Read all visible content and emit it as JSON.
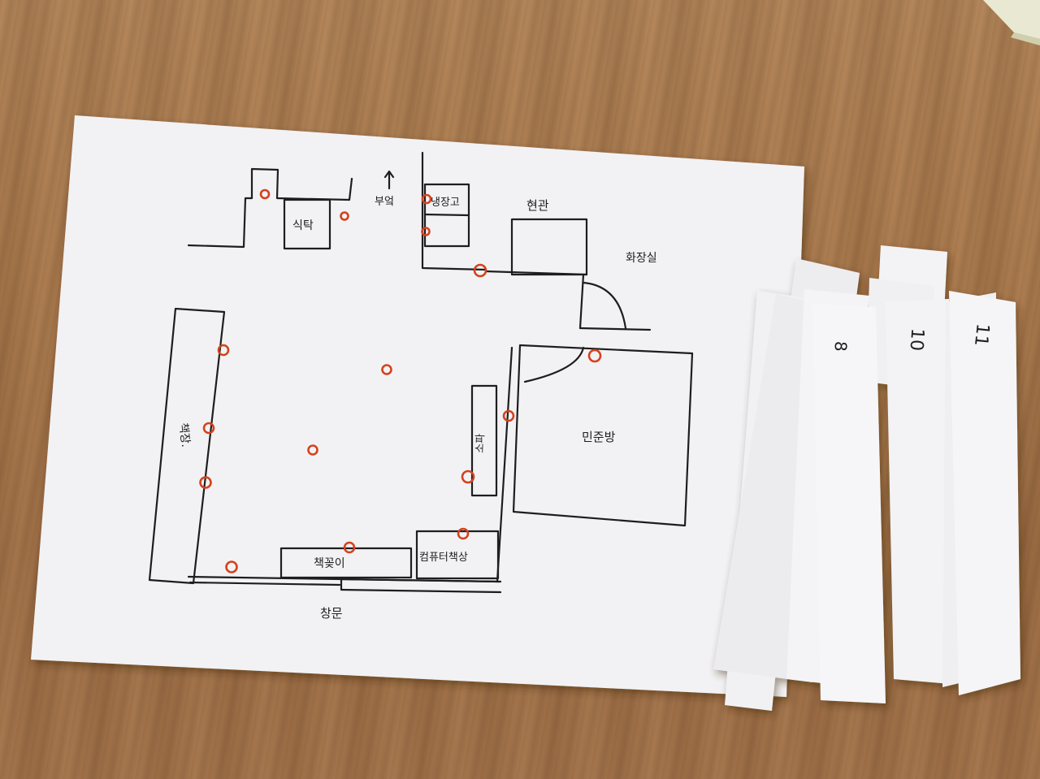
{
  "floorplan": {
    "labels": {
      "dining_table": "식탁",
      "kitchen": "부엌",
      "fridge": "냉장고",
      "entrance": "현관",
      "bathroom": "화장실",
      "bookshelf": "책장.",
      "sofa": "소파",
      "room": "민준방",
      "book_stand": "책꽂이",
      "computer_desk": "컴퓨터책상",
      "window": "창문"
    },
    "marker_color": "#d4421e",
    "line_color": "#1e1e1e"
  },
  "paper_strips": {
    "numbers": [
      "8",
      "10",
      "11"
    ]
  }
}
